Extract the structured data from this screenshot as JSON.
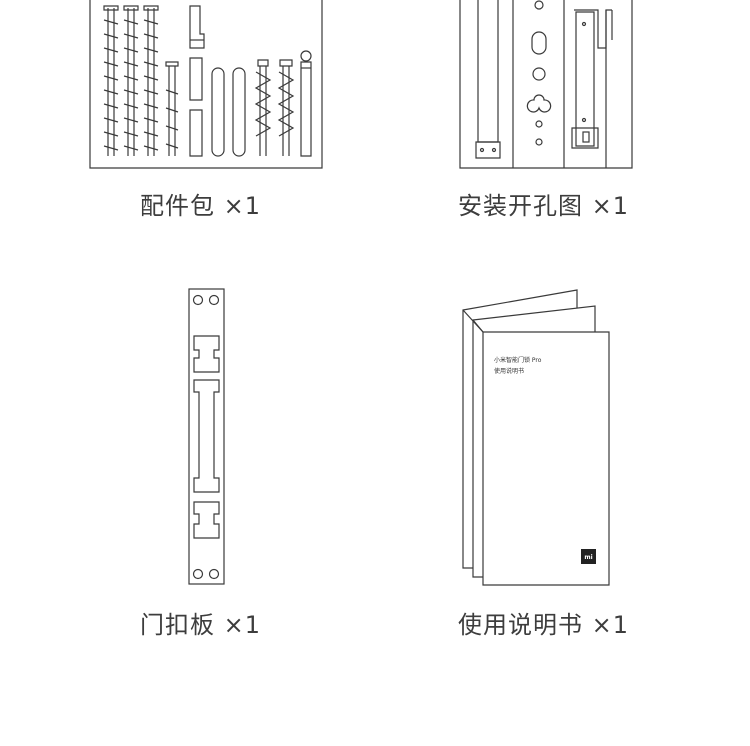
{
  "items": [
    {
      "caption": "配件包 ×1"
    },
    {
      "caption": "安装开孔图 ×1"
    },
    {
      "caption": "门扣板 ×1"
    },
    {
      "caption": "使用说明书 ×1"
    }
  ],
  "manual": {
    "title": "小米智能门锁 Pro",
    "subtitle": "使用说明书",
    "logo": "mi"
  }
}
